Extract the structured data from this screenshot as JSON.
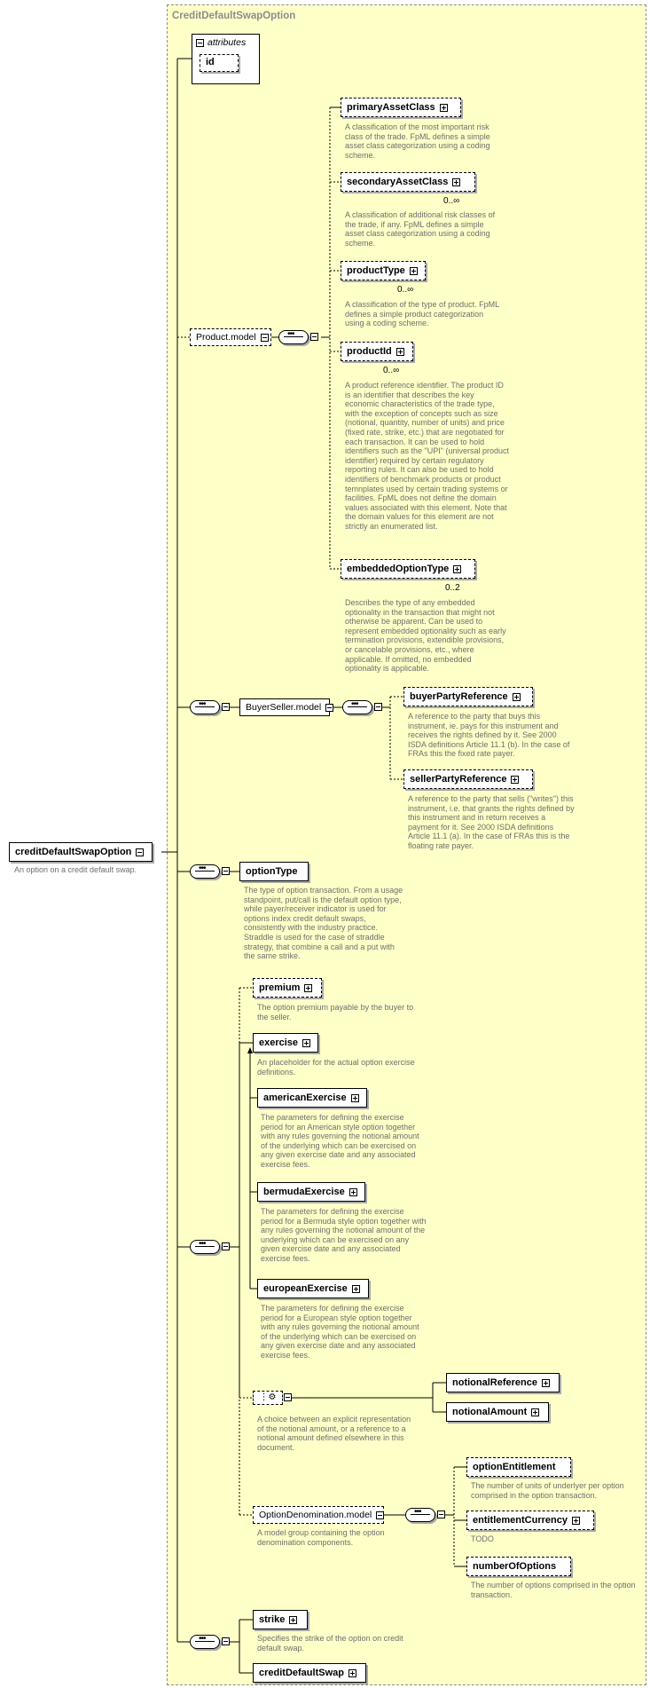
{
  "root": {
    "label": "creditDefaultSwapOption",
    "description": "An option on a credit default swap."
  },
  "complex_type": {
    "title": "CreditDefaultSwapOption"
  },
  "attributes": {
    "heading": "attributes",
    "id_label": "id"
  },
  "product_model": {
    "label": "Product.model",
    "elements": {
      "primaryAssetClass": {
        "label": "primaryAssetClass",
        "multiplicity": "",
        "description": "A classification of the most important risk class of the trade. FpML defines a simple asset class categorization using a coding scheme."
      },
      "secondaryAssetClass": {
        "label": "secondaryAssetClass",
        "multiplicity": "0..∞",
        "description": "A classification of additional risk classes of the trade, if any. FpML defines a simple asset class categorization using a coding scheme."
      },
      "productType": {
        "label": "productType",
        "multiplicity": "0..∞",
        "description": "A classification of the type of product. FpML defines a simple product categorization using a coding scheme."
      },
      "productId": {
        "label": "productId",
        "multiplicity": "0..∞",
        "description": "A product reference identifier. The product ID is an identifier that describes the key economic characteristics of the trade type, with the exception of concepts such as size (notional, quantity, number of units) and price (fixed rate, strike, etc.) that are negotiated for each transaction. It can be used to hold identifiers such as the \"UPI\" (universal product identifier) required by certain regulatory reporting rules. It can also be used to hold identifiers of benchmark products or product temnplates used by certain trading systems or facilities. FpML does not define the domain values associated with this element. Note that the domain values for this element are not strictly an enumerated list."
      },
      "embeddedOptionType": {
        "label": "embeddedOptionType",
        "multiplicity": "0..2",
        "description": "Describes the type of any embedded optionality in the transaction that might not otherwise be apparent. Can be used to represent embedded optionality such as early termination provisions, extendible provisions, or cancelable provisions, etc., where applicable. If omitted, no embedded optionality is applicable."
      }
    }
  },
  "buyer_seller_model": {
    "label": "BuyerSeller.model",
    "elements": {
      "buyerPartyReference": {
        "label": "buyerPartyReference",
        "description": "A reference to the party that buys this instrument, ie. pays for this instrument and receives the rights defined by it. See 2000 ISDA definitions Article 11.1 (b). In the case of FRAs this the fixed rate payer."
      },
      "sellerPartyReference": {
        "label": "sellerPartyReference",
        "description": "A reference to the party that sells (\"writes\") this instrument, i.e. that grants the rights defined by this instrument and in return receives a payment for it. See 2000 ISDA definitions Article 11.1 (a). In the case of FRAs this is the floating rate payer."
      }
    }
  },
  "option_type": {
    "label": "optionType",
    "description": "The type of option transaction. From a usage standpoint, put/call is the default option type, while payer/receiver indicator is used for options index credit default swaps, consistently with the industry practice. Straddle is used for the case of straddle strategy, that combine a call and a put with the same strike."
  },
  "option_base": {
    "premium": {
      "label": "premium",
      "description": "The option premium payable by the buyer to the seller."
    },
    "exercise": {
      "label": "exercise",
      "description": "An placeholder for the actual option exercise definitions."
    },
    "americanExercise": {
      "label": "americanExercise",
      "description": "The parameters for defining the exercise period for an American style option together with any rules governing the notional amount of the underlying which can be exercised on any given exercise date and any associated exercise fees."
    },
    "bermudaExercise": {
      "label": "bermudaExercise",
      "description": "The parameters for defining the exercise period for a Bermuda style option together with any rules governing the notional amount of the underlying which can be exercised on any given exercise date and any associated exercise fees."
    },
    "europeanExercise": {
      "label": "europeanExercise",
      "description": "The parameters for defining the exercise period for a European style option together with any rules governing the notional amount of the underlying which can be exercised on any given exercise date and any associated exercise fees."
    },
    "notional_choice": {
      "description": "A choice between an explicit representation of the notional amount, or a reference to a notional amount defined elsewhere in this document.",
      "notionalReference": {
        "label": "notionalReference"
      },
      "notionalAmount": {
        "label": "notionalAmount"
      }
    },
    "option_denomination": {
      "label": "OptionDenomination.model",
      "description": "A model group containing the option denomination components.",
      "optionEntitlement": {
        "label": "optionEntitlement",
        "description": "The number of units of underlyer per option comprised in the option transaction."
      },
      "entitlementCurrency": {
        "label": "entitlementCurrency",
        "description": "TODO"
      },
      "numberOfOptions": {
        "label": "numberOfOptions",
        "description": "The number of options comprised in the option transaction."
      }
    }
  },
  "strike_group": {
    "strike": {
      "label": "strike",
      "description": "Specifies the strike of the option on credit default swap."
    },
    "creditDefaultSwap": {
      "label": "creditDefaultSwap"
    }
  }
}
